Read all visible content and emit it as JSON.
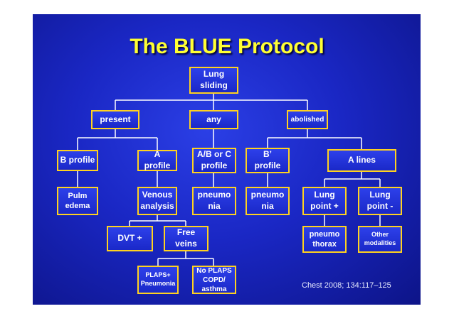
{
  "title": "The BLUE Protocol",
  "nodes": {
    "lung_sliding": "Lung\nsliding",
    "present": "present",
    "any": "any",
    "abolished": "abolished",
    "b_profile": "B profile",
    "a_profile": "A profile",
    "ab_c_profile": "A/B or C\nprofile",
    "b_prime_profile": "B’\nprofile",
    "a_lines": "A lines",
    "pulm_edema": "Pulm\nedema",
    "venous_analysis": "Venous\nanalysis",
    "pneumonia_1": "pneumo\nnia",
    "pneumonia_2": "pneumo\nnia",
    "lung_point_plus": "Lung\npoint +",
    "lung_point_minus": "Lung\npoint -",
    "dvt_plus": "DVT +",
    "free_veins": "Free\nveins",
    "pneumothorax": "pneumo\nthorax",
    "other_modalities": "Other\nmodalities",
    "plaps_pneumonia": "PLAPS+\nPneumonia",
    "no_plaps": "No PLAPS\nCOPD/\nasthma"
  },
  "citation": "Chest 2008; 134:117–125",
  "colors": {
    "slide_background": "#1a27c4",
    "title_text": "#ffff33",
    "node_border": "#ffd21f",
    "node_text": "#ffffff",
    "connector": "#ffffff"
  }
}
